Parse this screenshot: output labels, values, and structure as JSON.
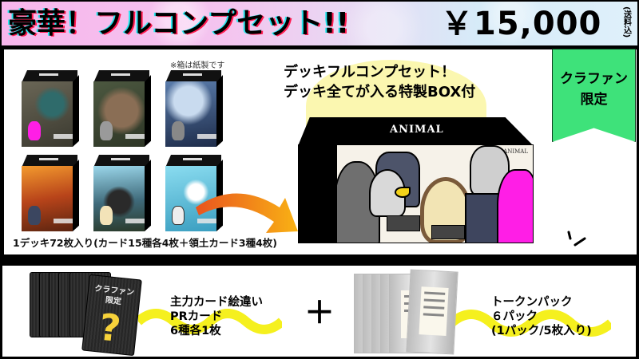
{
  "header": {
    "title": "豪華！フルコンプセット!!",
    "price": "￥15,000",
    "price_note": "(送料込)",
    "colors": {
      "gradient_left": "#f7b6ec",
      "gradient_right": "#dff0fa",
      "shadow_cyan": "#28e6ee",
      "shadow_red": "#ff1a4f"
    }
  },
  "decks": {
    "note": "※箱は紙製です",
    "items": [
      {
        "name": "deck-box-1",
        "art": "dragon",
        "bg": "#4a4a3e",
        "accent": "#2f6b6b",
        "mascot": "#ff1ee6"
      },
      {
        "name": "deck-box-2",
        "art": "elephant",
        "bg": "#3e4a36",
        "accent": "#8a6e55",
        "mascot": "#9a9a9a"
      },
      {
        "name": "deck-box-3",
        "art": "samurai-moon",
        "bg": "#25375a",
        "accent": "#c9dbef",
        "mascot": "#888888"
      },
      {
        "name": "deck-box-4",
        "art": "fire-beast",
        "bg": "#b8441a",
        "accent": "#f39a2e",
        "mascot": "#3b4660"
      },
      {
        "name": "deck-box-5",
        "art": "storm-gorilla",
        "bg": "#3f6a7a",
        "accent": "#9ad6ea",
        "mascot": "#f3e3b8"
      },
      {
        "name": "deck-box-6",
        "art": "eagle",
        "bg": "#5ec0dc",
        "accent": "#ffffff",
        "mascot": "#eeeeee"
      }
    ],
    "caption": "1デッキ72枚入り(カード15種各4枚＋領土カード3種4枚)"
  },
  "box": {
    "headline_line1": "デッキフルコンプセット！",
    "headline_line2": "デッキ全てが入る特製BOX付",
    "brand": "ANIMAL",
    "brand_small": "ANIMAL",
    "highlight_color": "#fbf7b0"
  },
  "ribbon": {
    "line1": "クラファン",
    "line2": "限定",
    "color": "#3ee27a"
  },
  "bonus": {
    "pr_card_label_line1": "クラファン",
    "pr_card_label_line2": "限定",
    "pr_card_mark": "?",
    "pr_text_line1": "主力カード絵違い",
    "pr_text_line2": "PRカード",
    "pr_text_line3": "6種各1枚",
    "plus": "＋",
    "token_text_line1": "トークンパック",
    "token_text_line2": "６パック",
    "token_text_line3": "(1パック/5枚入り)",
    "wave_color": "#f5f01e"
  }
}
